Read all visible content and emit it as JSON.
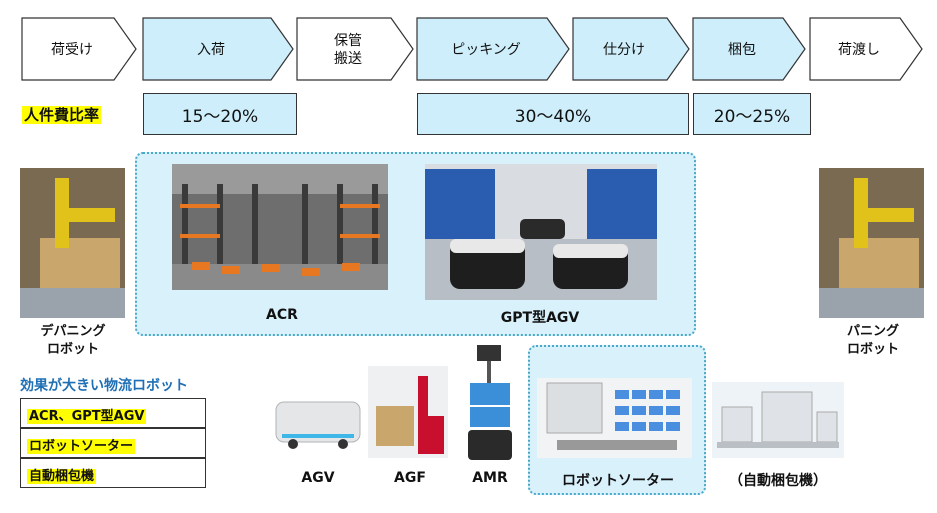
{
  "process_steps": [
    {
      "label": "荷受け",
      "fill": "#ffffff"
    },
    {
      "label": "入荷",
      "fill": "#cdeefa"
    },
    {
      "label": "保管\n搬送",
      "fill": "#ffffff"
    },
    {
      "label": "ピッキング",
      "fill": "#cdeefa"
    },
    {
      "label": "仕分け",
      "fill": "#cdeefa"
    },
    {
      "label": "梱包",
      "fill": "#cdeefa"
    },
    {
      "label": "荷渡し",
      "fill": "#ffffff"
    }
  ],
  "labor_cost": {
    "heading": "人件費比率",
    "ratios": [
      "15～20%",
      "30～40%",
      "20～25%"
    ]
  },
  "robots_left": {
    "label_line1": "デパニング",
    "label_line2": "ロボット"
  },
  "robots_right": {
    "label_line1": "パニング",
    "label_line2": "ロボット"
  },
  "featured": {
    "acr": "ACR",
    "gpt_agv": "GPT型AGV"
  },
  "legend": {
    "title": "効果が大きい物流ロボット",
    "items": [
      "ACR、GPT型AGV",
      "ロボットソーター",
      "自動梱包機"
    ]
  },
  "bottom_robots": {
    "agv": "AGV",
    "agf": "AGF",
    "amr": "AMR",
    "sorter": "ロボットソーター",
    "packer": "（自動梱包機）"
  },
  "colors": {
    "highlight": "#ffff00",
    "step_blue": "#cdeefa",
    "legend_title": "#1f6fb5",
    "dash_border": "#4aa8c8"
  }
}
